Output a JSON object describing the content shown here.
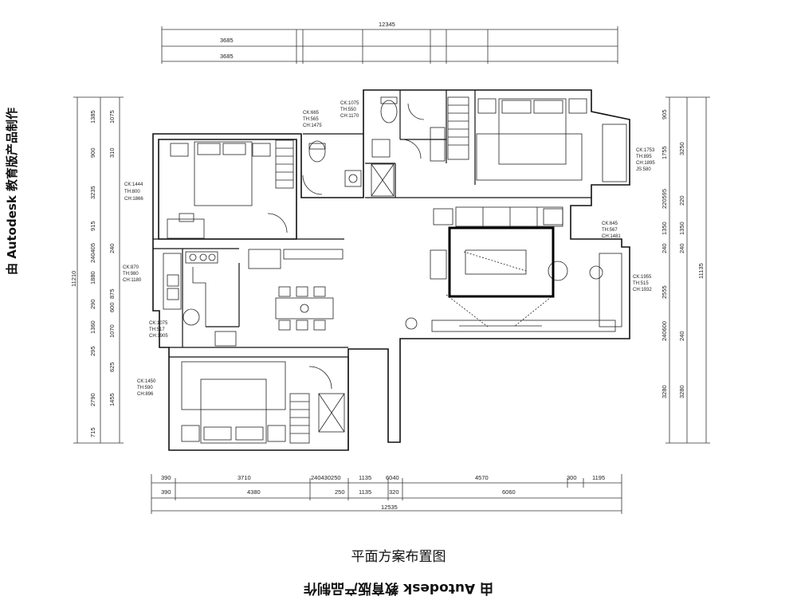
{
  "title": "平面方案布置图",
  "watermark": "由 Autodesk 教育版产品制作",
  "dims_top": {
    "total": "12345",
    "row1": "3685",
    "row2": "3685"
  },
  "dims_bottom": {
    "row1": [
      "390",
      "3710",
      "240430250",
      "1135",
      "6040",
      "4570",
      "300",
      "1195"
    ],
    "row2": [
      "390",
      "4380",
      "250",
      "1135",
      "320",
      "6060"
    ],
    "total": "12535"
  },
  "dims_left": {
    "total": "11210",
    "col1": [
      "1385",
      "900",
      "3235",
      "915",
      "240405",
      "1880",
      "290",
      "1360",
      "295",
      "2790",
      "715"
    ],
    "col2": [
      "1075",
      "310",
      "",
      "",
      "240",
      "875",
      "600",
      "1070",
      "625",
      "1455",
      ""
    ]
  },
  "dims_right": {
    "total": "11135",
    "col1": [
      "905",
      "1755",
      "220595",
      "1350",
      "240",
      "2555",
      "240600",
      "3280"
    ],
    "col2": [
      "3250",
      "220",
      "1350",
      "240",
      "240",
      "3280"
    ]
  },
  "room_notes": {
    "master_bedroom": [
      "CK:1444",
      "TH:800",
      "CH:1866"
    ],
    "bath_left": [
      "CK:665",
      "TH:565",
      "CH:1475"
    ],
    "bath_right": [
      "CK:1075",
      "TH:550",
      "CH:1170"
    ],
    "bedroom_right": [
      "CK:1753",
      "TH:895",
      "CH:1895",
      "JS:580"
    ],
    "kitchen": [
      "CK:870",
      "TH:980",
      "CH:1180"
    ],
    "dining_left": [
      "CK:1075",
      "TH:517",
      "CH:1905"
    ],
    "living_right": [
      "CK:645",
      "TH:567",
      "CH:1481"
    ],
    "living_window": [
      "CK:1955",
      "TH:515",
      "CH:1932"
    ],
    "bottom_bedroom": [
      "CK:1450",
      "TH:590",
      "CH:896"
    ]
  }
}
